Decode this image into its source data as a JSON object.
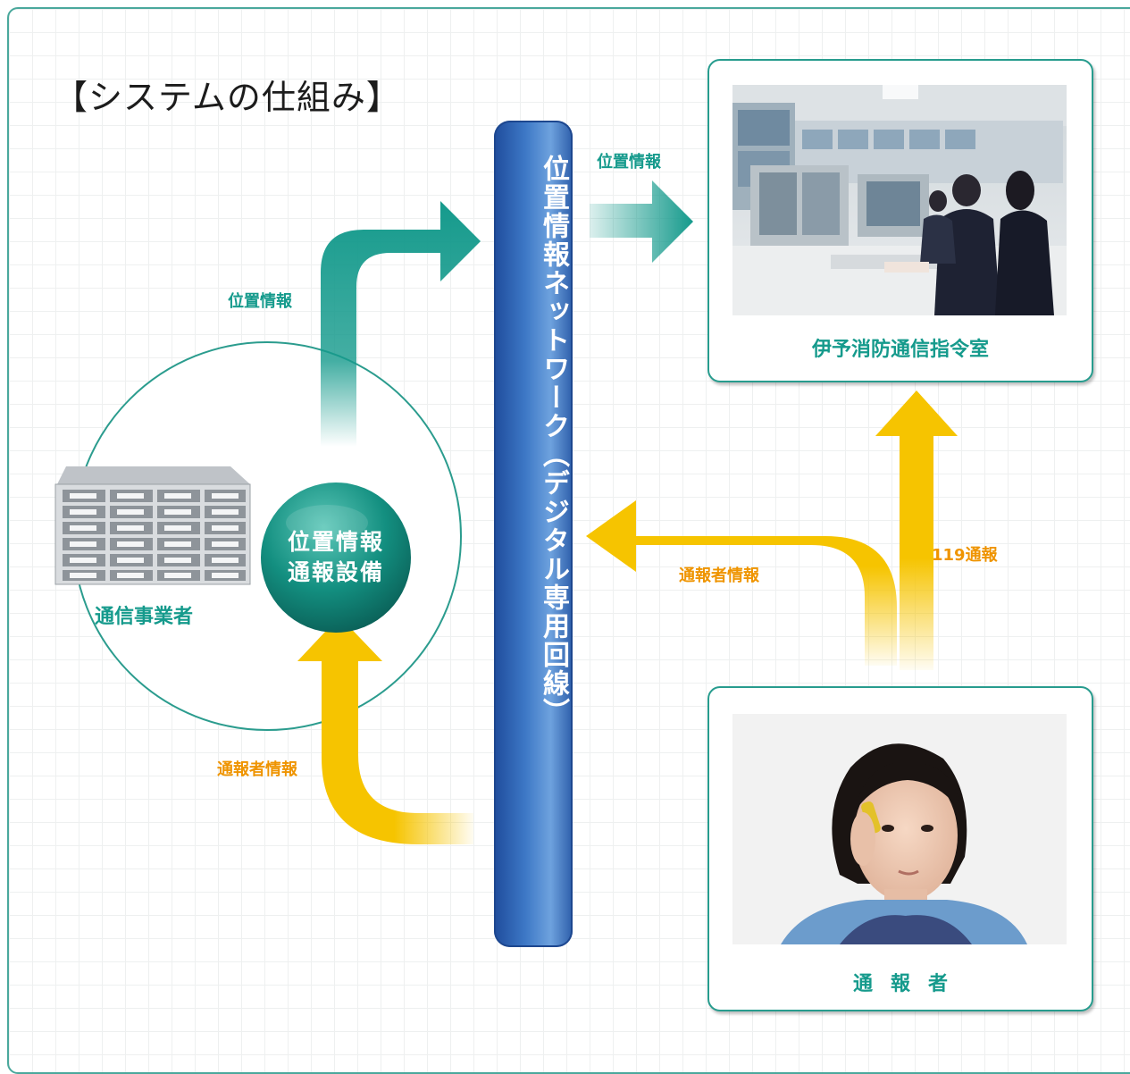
{
  "title": "【システムの仕組み】",
  "network": {
    "label": "位置情報ネットワーク（デジタル専用回線）"
  },
  "center_node": {
    "line1": "位置情報",
    "line2": "通報設備"
  },
  "carrier": {
    "label": "通信事業者"
  },
  "control_room": {
    "caption": "伊予消防通信指令室"
  },
  "caller": {
    "caption": "通報者"
  },
  "flows": {
    "position_info_up": "位置情報",
    "position_info_right": "位置情報",
    "caller_info_mid": "通報者情報",
    "caller_info_left": "通報者情報",
    "call_119": "119通報"
  },
  "colors": {
    "teal": "#159a8c",
    "yellow": "#f6c400",
    "orange_text": "#ef9400",
    "network_blue": "#3d78c6"
  }
}
